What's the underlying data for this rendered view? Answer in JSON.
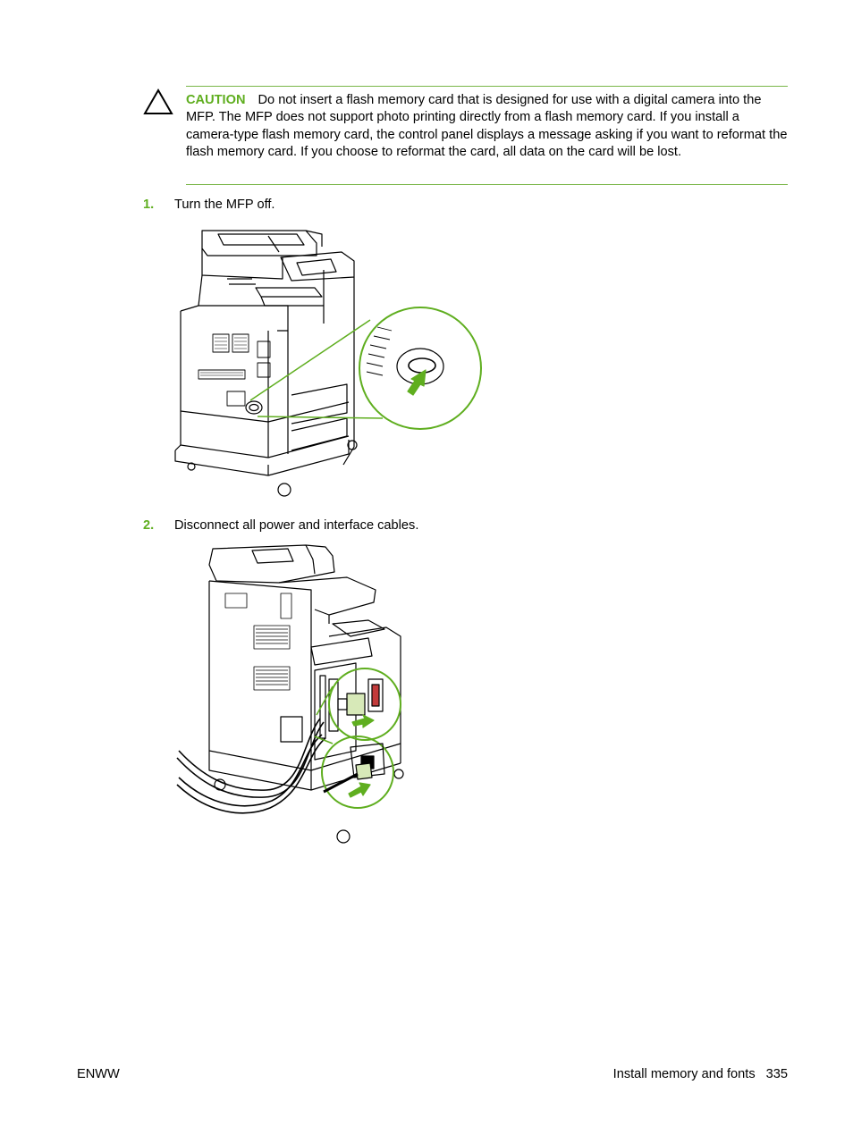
{
  "caution": {
    "label": "CAUTION",
    "text": "Do not insert a flash memory card that is designed for use with a digital camera into the MFP. The MFP does not support photo printing directly from a flash memory card. If you install a camera-type flash memory card, the control panel displays a message asking if you want to reformat the flash memory card. If you choose to reformat the card, all data on the card will be lost.",
    "icon": "warning-triangle-icon"
  },
  "steps": [
    {
      "number": "1.",
      "text": "Turn the MFP off."
    },
    {
      "number": "2.",
      "text": "Disconnect all power and interface cables."
    }
  ],
  "footer": {
    "left": "ENWW",
    "section": "Install memory and fonts",
    "page": "335"
  },
  "colors": {
    "accent": "#5fae1f",
    "rule": "#7ab648",
    "line_art": "#000000"
  }
}
